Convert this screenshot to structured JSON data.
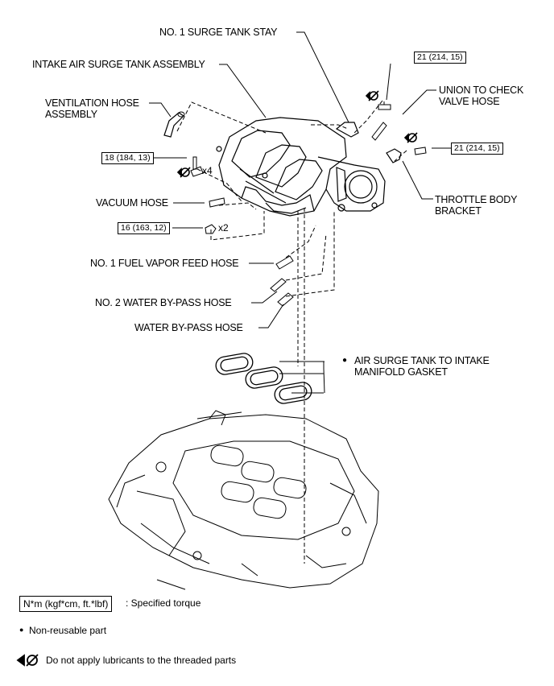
{
  "labels": {
    "surge_tank_stay": "NO. 1 SURGE TANK STAY",
    "intake_air_surge_tank": "INTAKE AIR SURGE TANK ASSEMBLY",
    "ventilation_hose_l1": "VENTILATION HOSE",
    "ventilation_hose_l2": "ASSEMBLY",
    "union_l1": "UNION TO CHECK",
    "union_l2": "VALVE HOSE",
    "throttle_l1": "THROTTLE BODY",
    "throttle_l2": "BRACKET",
    "vacuum_hose": "VACUUM HOSE",
    "fuel_vapor_hose": "NO. 1 FUEL VAPOR FEED HOSE",
    "water_bypass_2": "NO. 2 WATER BY-PASS HOSE",
    "water_bypass": "WATER BY-PASS HOSE",
    "gasket_mark": "●",
    "gasket_l1": "AIR SURGE TANK TO INTAKE",
    "gasket_l2": "MANIFOLD GASKET"
  },
  "torques": {
    "top_bolt": "21 (214, 15)",
    "right_bolt": "21 (214, 15)",
    "left_bolt": "18 (184, 13)",
    "nut": "16 (163, 12)"
  },
  "quantities": {
    "bolts": "x4",
    "nuts": "x2"
  },
  "legend": {
    "torque_box": "N*m (kgf*cm, ft.*lbf)",
    "torque_desc": ": Specified torque",
    "nonreusable_mark": "●",
    "nonreusable": "Non-reusable part",
    "no_lube": "Do not apply lubricants to the threaded parts"
  },
  "icons": [
    "no-lubricant-icon",
    "bolt-icon",
    "nut-icon"
  ]
}
